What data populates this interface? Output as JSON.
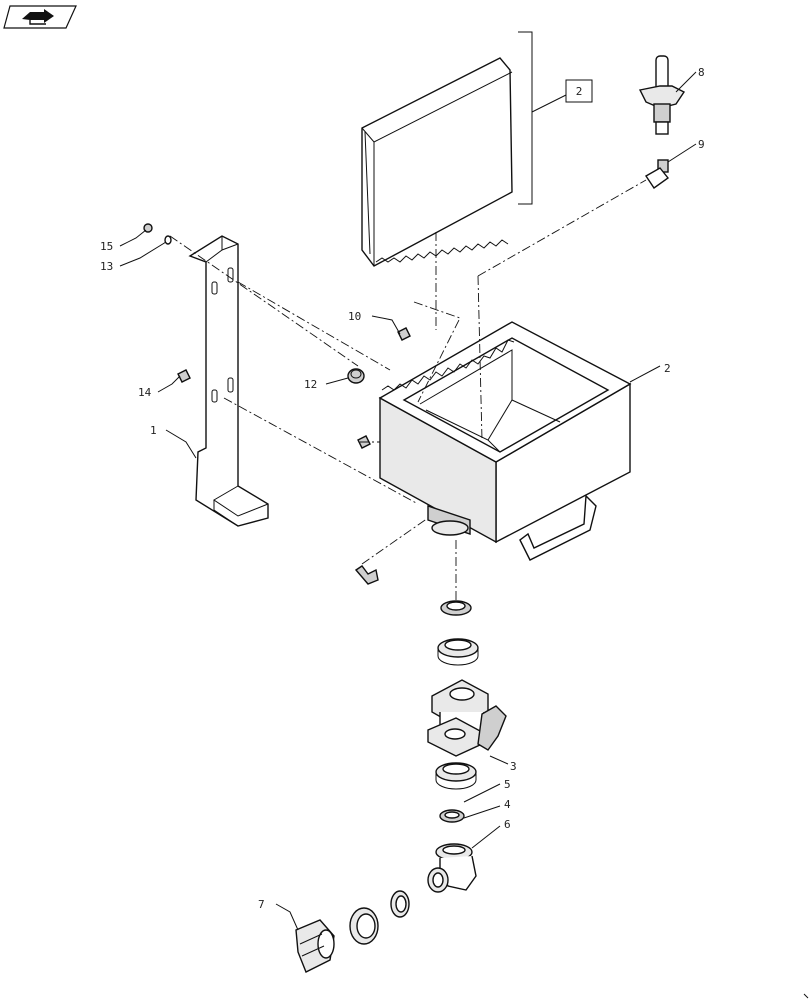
{
  "header": {
    "nav_icon": "arrow-pointing-right-into-box-icon"
  },
  "callouts": [
    {
      "id": "c1",
      "label": "1"
    },
    {
      "id": "c2",
      "label": "2"
    },
    {
      "id": "c3",
      "label": "3"
    },
    {
      "id": "c4",
      "label": "4"
    },
    {
      "id": "c5",
      "label": "5"
    },
    {
      "id": "c6",
      "label": "6"
    },
    {
      "id": "c7",
      "label": "7"
    },
    {
      "id": "c8",
      "label": "8"
    },
    {
      "id": "c9",
      "label": "9"
    },
    {
      "id": "c10",
      "label": "10"
    },
    {
      "id": "c12",
      "label": "12"
    },
    {
      "id": "c13",
      "label": "13"
    },
    {
      "id": "c14",
      "label": "14"
    },
    {
      "id": "c15",
      "label": "15"
    }
  ],
  "boxed_callout": {
    "label": "2"
  },
  "colors": {
    "line": "#111111",
    "fill_light": "#e9e9e9",
    "fill_dark": "#cfcfcf",
    "background": "#ffffff"
  }
}
